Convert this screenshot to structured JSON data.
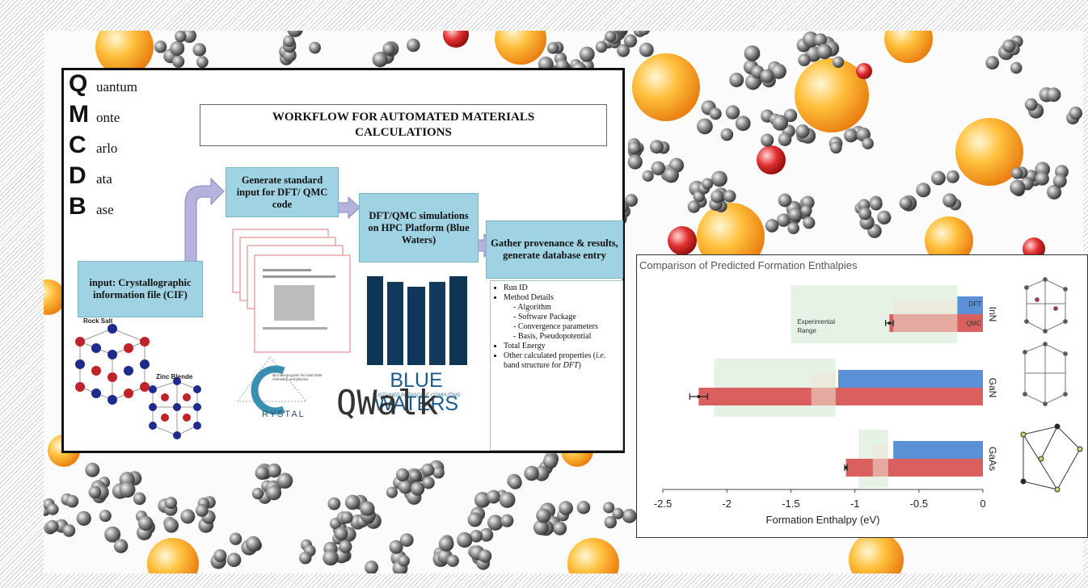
{
  "acronym": [
    {
      "letter": "Q",
      "rest": "uantum"
    },
    {
      "letter": "M",
      "rest": "onte"
    },
    {
      "letter": "C",
      "rest": "arlo"
    },
    {
      "letter": "D",
      "rest": "ata"
    },
    {
      "letter": "B",
      "rest": "ase"
    }
  ],
  "workflow": {
    "title": "WORKFLOW FOR AUTOMATED MATERIALS CALCULATIONS",
    "steps": {
      "input": "input: Crystallographic information file (CIF)",
      "generate": "Generate standard input for DFT/ QMC code",
      "simulate": "DFT/QMC simulations on HPC Platform (Blue Waters)",
      "gather": "Gather provenance & results, generate database entry"
    },
    "crystal_labels": {
      "rock_salt": "Rock Salt",
      "zinc_blende": "Zinc Blende"
    },
    "details": {
      "run_id": "Run ID",
      "method_details": "Method Details",
      "algorithm": "Algorithm",
      "software_package": "Software Package",
      "convergence": "Convergence parameters",
      "basis": "Basis, Pseudopotential",
      "total_energy": "Total Energy",
      "other_pre": "Other calculated properties (",
      "other_ie": "i.e.",
      "other_mid": " band structure for ",
      "other_dft": "DFT",
      "other_end": ")"
    },
    "logos": {
      "blue_waters": "BLUE WATERS",
      "blue_waters_tagline": "SUSTAINED PETASCALE COMPUTING",
      "crystal": "RYSTAL",
      "crystal_tagline": "ab initio program for solid state chemistry and physics",
      "qwalk": "QWalk"
    }
  },
  "chart_data": {
    "type": "bar",
    "orientation": "horizontal",
    "title": "Comparison of Predicted Formation Enthalpies",
    "xlabel": "Formation Enthalpy (eV)",
    "xlim": [
      -2.5,
      0
    ],
    "xticks": [
      "-2.5",
      "-2",
      "-1.5",
      "-1",
      "-0.5",
      "0"
    ],
    "categories": [
      "InN",
      "GaN",
      "GaAs"
    ],
    "series": [
      {
        "name": "DFT",
        "color": "#5b8fd6",
        "values": [
          -0.2,
          -1.13,
          -0.7
        ]
      },
      {
        "name": "QMC",
        "color": "#d9605e",
        "values": [
          -0.73,
          -2.22,
          -1.07
        ]
      }
    ],
    "qmc_error": [
      0.03,
      0.07,
      0.01
    ],
    "experimental_range": [
      [
        -1.5,
        -0.2
      ],
      [
        -2.1,
        -1.15
      ],
      [
        -0.97,
        -0.74
      ]
    ],
    "experimental_mean": [
      -0.7,
      -1.34,
      -0.86
    ],
    "annotation": "Experimental Range",
    "grid": false
  }
}
